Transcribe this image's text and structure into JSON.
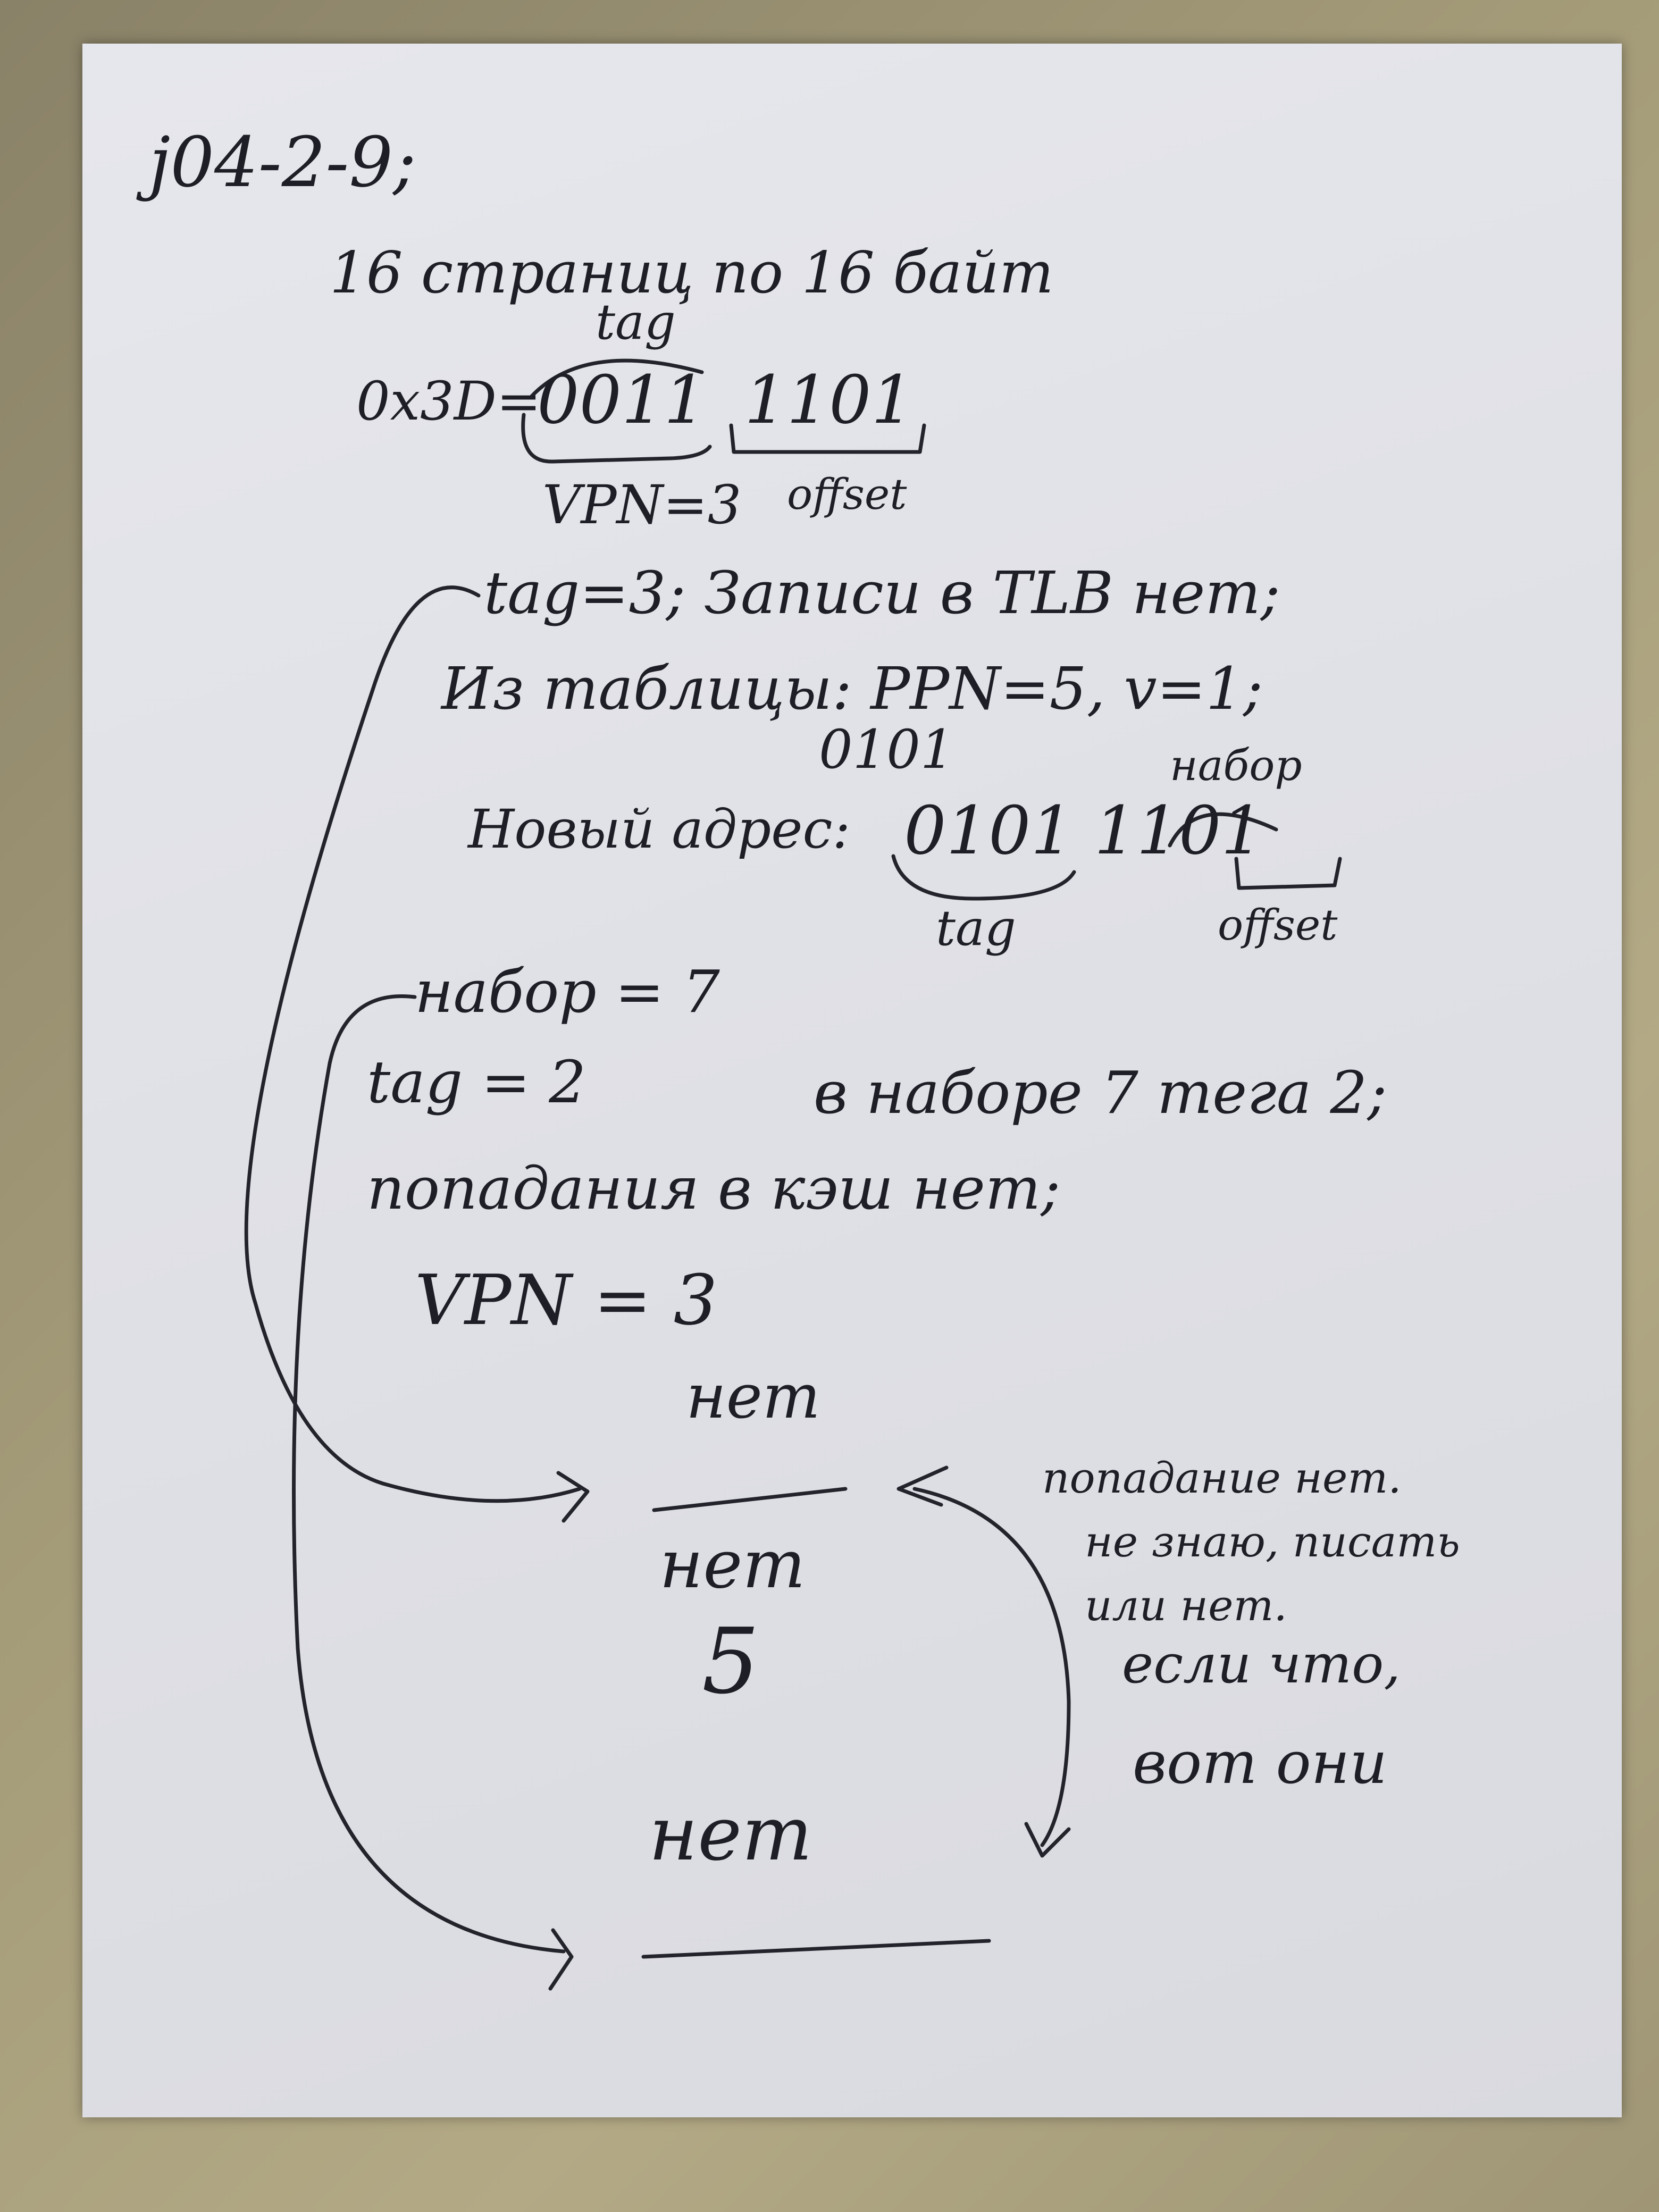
{
  "note": {
    "header": "j04-2-9;",
    "pages_line": "16 страниц по 16 байт",
    "tag_label_top": "tag",
    "hex_eq": "0x3D=",
    "bits_tag": "0011",
    "bits_offset": "1101",
    "vpn_line": "VPN=3",
    "offset_label_1": "offset",
    "tag_line": "tag=3; Записи в TLB нет;",
    "table_line": "Из таблицы: PPN=5, v=1;",
    "ppn_bits": "0101",
    "set_label_top": "набор",
    "new_addr_label": "Новый адрес:",
    "new_addr_bits": "0101 1101",
    "tag_label_bottom": "tag",
    "offset_label_2": "offset",
    "set_line": "набор = 7",
    "tag2_line": "tag = 2",
    "set_note": "в наборе 7 тега 2;",
    "cache_line": "попадания в кэш нет;",
    "vpn2_line": "VPN = 3",
    "answers": [
      "нет",
      "нет",
      "5",
      "нет"
    ],
    "side_note": [
      "попадание нет.",
      "не знаю, писать",
      "или нет.",
      "если что,",
      "вот они"
    ]
  }
}
